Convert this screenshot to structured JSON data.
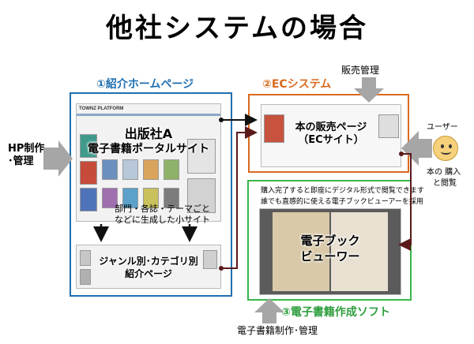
{
  "title": "他社システムの場合",
  "section1": {
    "label": "①紹介ホームページ",
    "publisher_line1": "出版社A",
    "publisher_line2": "電子書籍ポータルサイト",
    "mini_site_note_line1": "部門・各誌・テーマごと",
    "mini_site_note_line2": "などに生成した小サイト",
    "genre_line1": "ジャンル別･カテゴリ別",
    "genre_line2": "紹介ページ",
    "site_logo": "TOWNZ PLATFORM"
  },
  "section2": {
    "label": "②ECシステム",
    "sales_line1": "本の販売ページ",
    "sales_line2": "（ECサイト）"
  },
  "section3": {
    "label": "③電子書籍作成ソフト",
    "desc_line1": "購入完了すると即座にデジタル形式で閲覧できます",
    "desc_line2": "誰でも直感的に使える電子ブックビューアーを採用",
    "viewer_line1": "電子ブック",
    "viewer_line2": "ビューワー"
  },
  "left_input": {
    "line1": "HP制作",
    "line2": "･管理"
  },
  "top_input": {
    "label": "販売管理"
  },
  "bottom_input": {
    "label": "電子書籍制作･管理"
  },
  "user": {
    "label": "ユーザー",
    "action_line1": "本の 購入",
    "action_line2": "と閲覧"
  },
  "colors": {
    "blue": "#1f6fb0",
    "orange": "#d96a1e",
    "green": "#39b54a",
    "arrow_gray": "#a6a6a6",
    "link_dark": "#5a1a1a"
  }
}
